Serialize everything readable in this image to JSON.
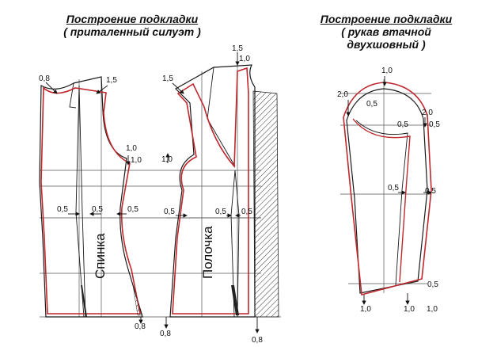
{
  "left_title": {
    "line1": "Построение подкладки",
    "line2": "( приталенный силуэт )"
  },
  "right_title": {
    "line1": "Построение подкладки",
    "line2": "( рукав втачной",
    "line3": "двухшовный )"
  },
  "pieces": {
    "back": "Спинка",
    "front": "Полочка"
  },
  "measurements": {
    "m08a": "0,8",
    "m15a": "1,5",
    "m10a": "1,0",
    "m10b": "1,0",
    "m05a": "0,5",
    "m05b": "0,5",
    "m05c": "0,5",
    "m08b": "0,8",
    "m15b": "1,5",
    "m10c": "1,0",
    "m05d": "0,5",
    "m05e": "0,5",
    "m05f": "0,5",
    "m08c": "0,8",
    "m15c": "1,5",
    "m10d": "1,0",
    "m08d": "0,8",
    "m10e": "1,0",
    "m20a": "2,0",
    "m20b": "2,0",
    "m05g": "0,5",
    "m05h": "0,5",
    "m05i": "0,5",
    "m05j": "0,5",
    "m05k": "0,5",
    "m05l": "0,5",
    "m10f": "1,0",
    "m10g": "1,0",
    "m10h": "1,0"
  },
  "colors": {
    "pattern_line": "#1a1a1a",
    "lining_line": "#c0272d",
    "grid_line": "#555555"
  }
}
